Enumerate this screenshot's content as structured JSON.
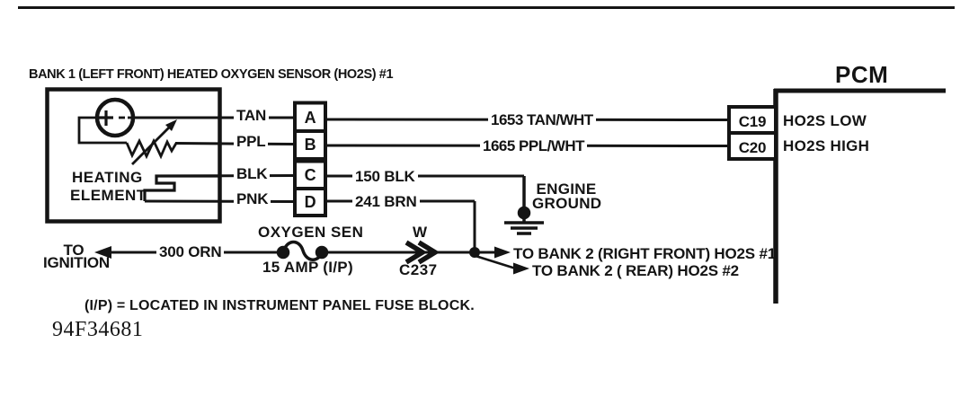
{
  "page": {
    "title": "BANK 1 (LEFT FRONT) HEATED OXYGEN SENSOR (HO2S) #1",
    "footnote": "(I/P) = LOCATED IN INSTRUMENT PANEL FUSE BLOCK.",
    "figure_id": "94F34681"
  },
  "colors": {
    "ink": "#141414",
    "paper": "#ffffff"
  },
  "sensor": {
    "heating_element": {
      "line1": "HEATING",
      "line2": "ELEMENT"
    }
  },
  "connector": {
    "pins": [
      {
        "pin": "A",
        "wire": "TAN",
        "circuit": "1653 TAN/WHT"
      },
      {
        "pin": "B",
        "wire": "PPL",
        "circuit": "1665 PPL/WHT"
      },
      {
        "pin": "C",
        "wire": "BLK",
        "circuit": "150 BLK"
      },
      {
        "pin": "D",
        "wire": "PNK",
        "circuit": "241 BRN"
      }
    ]
  },
  "ground": {
    "line1": "ENGINE",
    "line2": "GROUND"
  },
  "pcm": {
    "label": "PCM",
    "pins": [
      {
        "pin": "C19",
        "signal": "HO2S LOW"
      },
      {
        "pin": "C20",
        "signal": "HO2S HIGH"
      }
    ]
  },
  "power": {
    "destination": {
      "line1": "TO",
      "line2": "IGNITION"
    },
    "wire": "300 ORN",
    "fuse": {
      "name": "OXYGEN SEN",
      "rating": "15 AMP (I/P)"
    },
    "inline_connector": {
      "pin": "W",
      "id": "C237"
    }
  },
  "branches": {
    "bank2_front": "TO BANK 2 (RIGHT FRONT) HO2S #1",
    "bank2_rear": "TO BANK 2 ( REAR) HO2S #2"
  }
}
